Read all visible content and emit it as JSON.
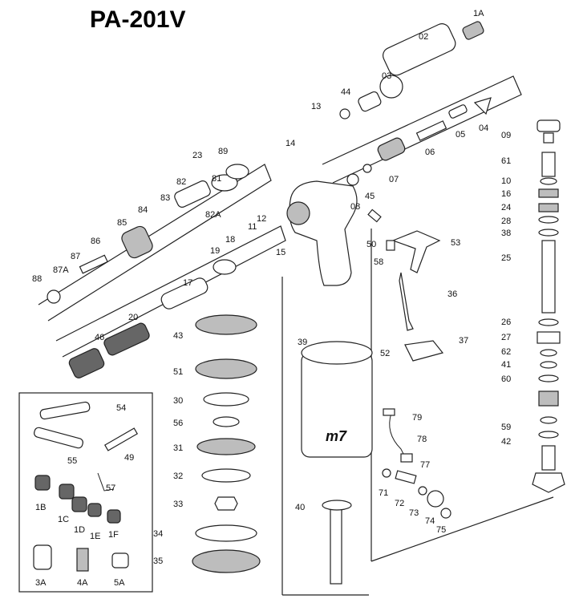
{
  "title": "PA-201V",
  "logo_text": "m7",
  "parts": [
    "1A",
    "02",
    "03",
    "44",
    "04",
    "05",
    "06",
    "07",
    "45",
    "13",
    "14",
    "08",
    "89",
    "23",
    "81",
    "82",
    "82A",
    "83",
    "84",
    "85",
    "86",
    "87",
    "87A",
    "88",
    "12",
    "11",
    "18",
    "19",
    "17",
    "15",
    "50",
    "58",
    "53",
    "36",
    "20",
    "46",
    "43",
    "51",
    "30",
    "56",
    "31",
    "32",
    "33",
    "34",
    "35",
    "39",
    "52",
    "37",
    "40",
    "79",
    "78",
    "77",
    "71",
    "72",
    "73",
    "74",
    "75",
    "54",
    "55",
    "49",
    "57",
    "1B",
    "1C",
    "1D",
    "1E",
    "1F",
    "3A",
    "4A",
    "5A",
    "09",
    "61",
    "10",
    "16",
    "24",
    "28",
    "38",
    "25",
    "26",
    "27",
    "62",
    "41",
    "60",
    "59",
    "42"
  ]
}
